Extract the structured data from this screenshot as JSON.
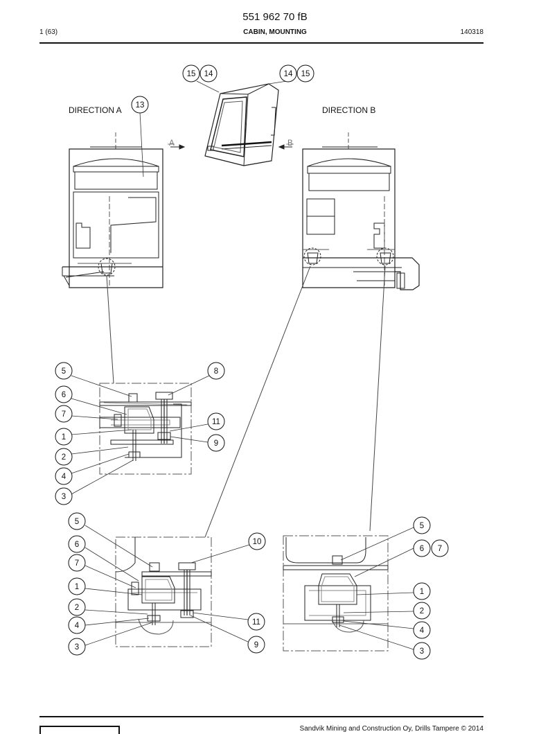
{
  "header": {
    "doc_number": "551 962 70 fB",
    "page": "1 (63)",
    "title": "CABIN, MOUNTING",
    "date": "140318"
  },
  "labels": {
    "direction_a": "DIRECTION A",
    "direction_b": "DIRECTION B",
    "arrow_a": "A",
    "arrow_b": "B"
  },
  "callouts": {
    "cabin_top_left_15": "15",
    "cabin_top_left_14": "14",
    "cabin_top_right_14": "14",
    "cabin_top_right_15": "15",
    "dir_a_13": "13",
    "d1_5": "5",
    "d1_8": "8",
    "d1_6": "6",
    "d1_7": "7",
    "d1_11": "11",
    "d1_1": "1",
    "d1_9": "9",
    "d1_2": "2",
    "d1_4": "4",
    "d1_3": "3",
    "d2_5": "5",
    "d2_10": "10",
    "d2_6": "6",
    "d2_7": "7",
    "d2_1": "1",
    "d2_2": "2",
    "d2_11": "11",
    "d2_4": "4",
    "d2_9": "9",
    "d2_3": "3",
    "d3_5": "5",
    "d3_6": "6",
    "d3_7": "7",
    "d3_1": "1",
    "d3_2": "2",
    "d3_4": "4",
    "d3_3": "3"
  },
  "footer": {
    "copyright": "Sandvik Mining and Construction Oy, Drills Tampere © 2014"
  }
}
